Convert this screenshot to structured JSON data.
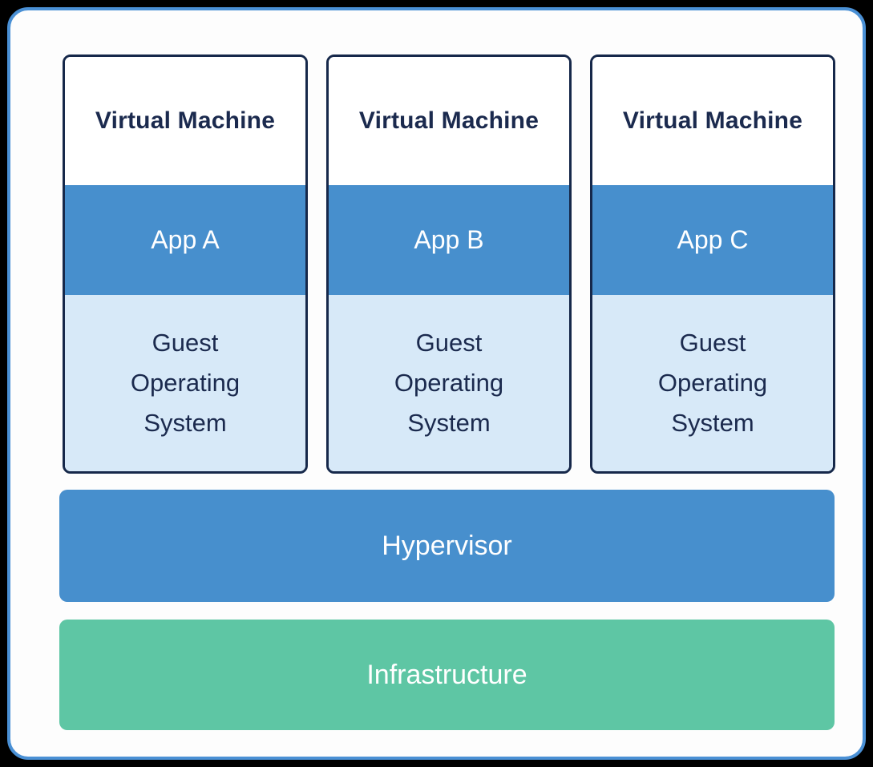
{
  "diagram": {
    "description": "Virtual machine architecture diagram",
    "vms": [
      {
        "title": "Virtual Machine",
        "app_label": "App A",
        "guest_os_lines": [
          "Guest",
          "Operating",
          "System"
        ]
      },
      {
        "title": "Virtual Machine",
        "app_label": "App B",
        "guest_os_lines": [
          "Guest",
          "Operating",
          "System"
        ]
      },
      {
        "title": "Virtual Machine",
        "app_label": "App C",
        "guest_os_lines": [
          "Guest",
          "Operating",
          "System"
        ]
      }
    ],
    "hypervisor_label": "Hypervisor",
    "infrastructure_label": "Infrastructure",
    "colors": {
      "outer_border_blue": "#4a90d5",
      "card_background": "#fdfdfd",
      "vm_border_navy": "#16284a",
      "title_text_navy": "#1b2a4e",
      "app_layer_blue": "#478fcd",
      "guest_os_light_blue": "#d7e9f8",
      "hypervisor_blue": "#478fcd",
      "infrastructure_green": "#5ec6a4",
      "light_text": "#ffffff"
    }
  }
}
